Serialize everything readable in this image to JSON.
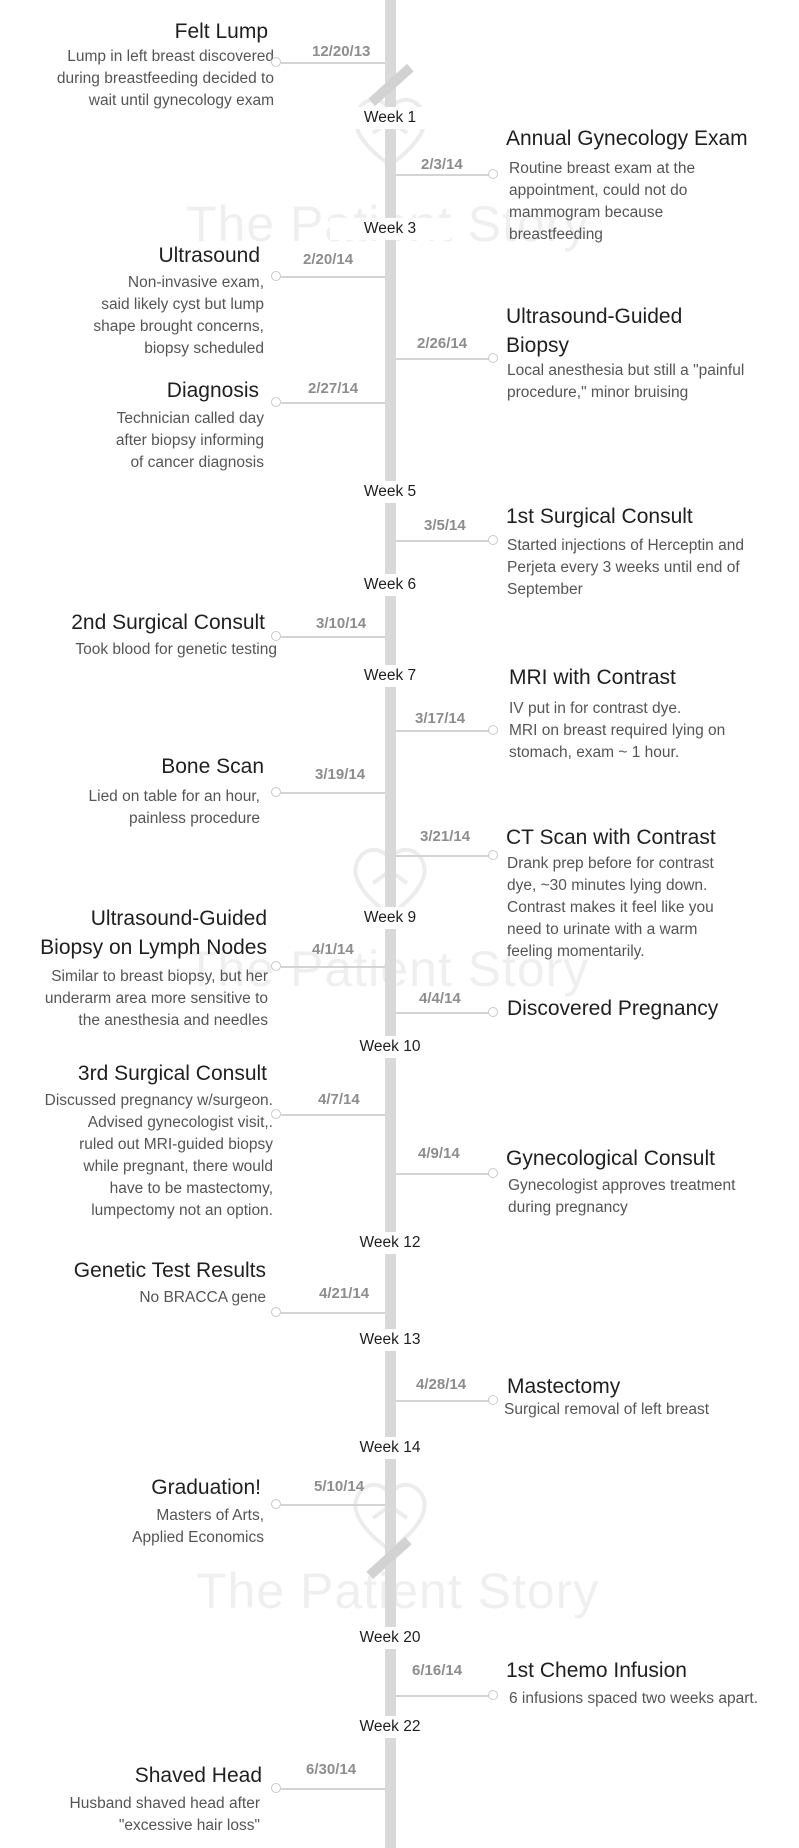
{
  "watermark": {
    "text": "The Patient Story",
    "icon": "heart-hands-icon"
  },
  "weeks": [
    "Week 1",
    "Week 3",
    "Week 5",
    "Week 6",
    "Week 7",
    "Week 9",
    "Week 10",
    "Week 12",
    "Week 13",
    "Week 14",
    "Week 20",
    "Week 22"
  ],
  "events": [
    {
      "date": "12/20/13",
      "title": "Felt Lump",
      "desc": [
        "Lump in left breast discovered",
        "during breastfeeding decided to",
        "wait until gynecology exam"
      ]
    },
    {
      "date": "2/3/14",
      "title": "Annual Gynecology Exam",
      "desc": [
        "Routine breast exam at the",
        "appointment, could not do",
        "mammogram because",
        "breastfeeding"
      ]
    },
    {
      "date": "2/20/14",
      "title": "Ultrasound",
      "desc": [
        "Non-invasive exam,",
        "said likely cyst but lump",
        "shape brought concerns,",
        "biopsy scheduled"
      ]
    },
    {
      "date": "2/26/14",
      "title": [
        "Ultrasound-Guided",
        "Biopsy"
      ],
      "desc": [
        "Local anesthesia but still a \"painful",
        "procedure,\" minor bruising"
      ]
    },
    {
      "date": "2/27/14",
      "title": "Diagnosis",
      "desc": [
        "Technician called day",
        "after biopsy informing",
        "of cancer diagnosis"
      ]
    },
    {
      "date": "3/5/14",
      "title": "1st Surgical Consult",
      "desc": [
        "Started injections of Herceptin and",
        "Perjeta every 3 weeks until end of",
        "September"
      ]
    },
    {
      "date": "3/10/14",
      "title": "2nd Surgical Consult",
      "desc": [
        "Took blood for genetic testing"
      ]
    },
    {
      "date": "3/17/14",
      "title": "MRI with Contrast",
      "desc": [
        "IV put in for contrast dye.",
        "MRI on breast required lying on",
        "stomach, exam ~ 1 hour."
      ]
    },
    {
      "date": "3/19/14",
      "title": "Bone Scan",
      "desc": [
        "Lied on table for an hour,",
        "painless procedure"
      ]
    },
    {
      "date": "3/21/14",
      "title": "CT Scan with Contrast",
      "desc": [
        "Drank prep before for contrast",
        "dye, ~30 minutes lying down.",
        "Contrast makes it feel like you",
        "need to urinate with a warm",
        "feeling momentarily."
      ]
    },
    {
      "date": "4/1/14",
      "title": [
        "Ultrasound-Guided",
        "Biopsy on Lymph Nodes"
      ],
      "desc": [
        "Similar to breast biopsy, but her",
        "underarm area more sensitive to",
        "the anesthesia and needles"
      ]
    },
    {
      "date": "4/4/14",
      "title": "Discovered Pregnancy",
      "desc": []
    },
    {
      "date": "4/7/14",
      "title": "3rd Surgical Consult",
      "desc": [
        "Discussed pregnancy w/surgeon.",
        "Advised gynecologist visit,.",
        "ruled out MRI-guided biopsy",
        "while pregnant, there would",
        "have to be  mastectomy,",
        "lumpectomy not an option."
      ]
    },
    {
      "date": "4/9/14",
      "title": "Gynecological Consult",
      "desc": [
        "Gynecologist approves treatment",
        "during pregnancy"
      ]
    },
    {
      "date": "4/21/14",
      "title": "Genetic Test Results",
      "desc": [
        "No BRACCA gene"
      ]
    },
    {
      "date": "4/28/14",
      "title": "Mastectomy",
      "desc": [
        "Surgical removal of left breast"
      ]
    },
    {
      "date": "5/10/14",
      "title": "Graduation!",
      "desc": [
        "Masters of Arts,",
        "Applied Economics"
      ]
    },
    {
      "date": "6/16/14",
      "title": "1st Chemo Infusion",
      "desc": [
        "6 infusions spaced two weeks apart."
      ]
    },
    {
      "date": "6/30/14",
      "title": "Shaved Head",
      "desc": [
        "Husband shaved head after",
        "\"excessive hair loss\""
      ]
    }
  ]
}
